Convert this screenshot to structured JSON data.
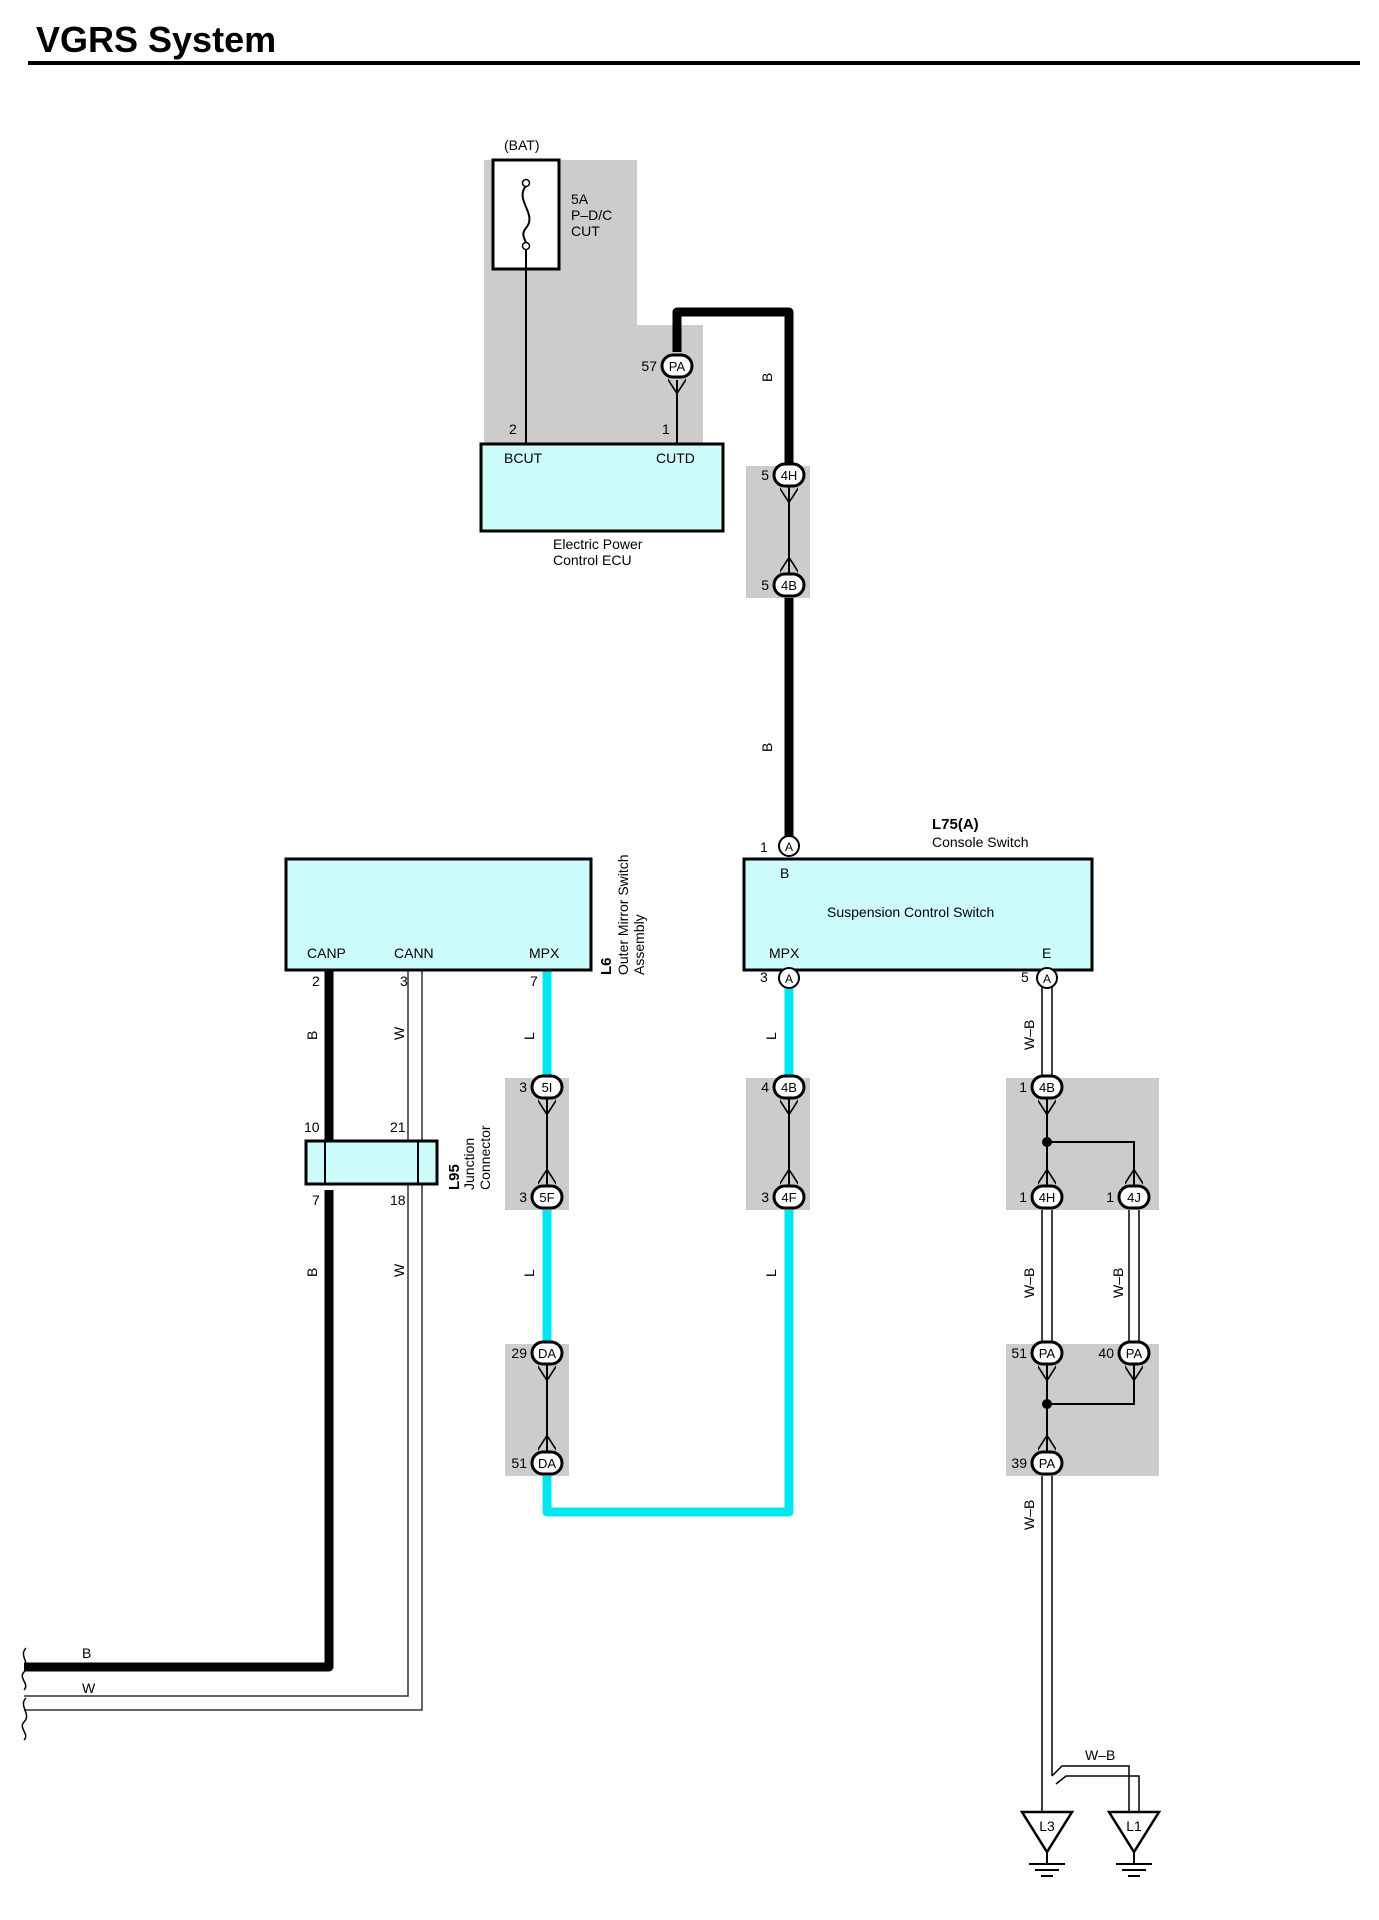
{
  "title": "VGRS System",
  "colors": {
    "wire_B": "#000000",
    "wire_L": "#00e6f0",
    "component_fill": "#ccfcfc",
    "shade": "#cccccc"
  },
  "fuse": {
    "source": "(BAT)",
    "rating": "5A",
    "name_line1": "P–D/C",
    "name_line2": "CUT"
  },
  "ecu": {
    "name_line1": "Electric Power",
    "name_line2": "Control ECU",
    "pin_bcut": "BCUT",
    "pin_cutd": "CUTD",
    "pin_bcut_no": "2",
    "pin_cutd_no": "1"
  },
  "mirror_switch": {
    "code": "L6",
    "name_line1": "Outer Mirror Switch",
    "name_line2": "Assembly",
    "pin_canp": "CANP",
    "pin_cann": "CANN",
    "pin_mpx": "MPX",
    "pin_canp_no": "2",
    "pin_cann_no": "3",
    "pin_mpx_no": "7"
  },
  "console_switch": {
    "code": "L75(A)",
    "name": "Console Switch",
    "inner_label": "Suspension Control Switch",
    "pin_b": "B",
    "pin_mpx": "MPX",
    "pin_e": "E",
    "pin_b_no": "1",
    "pin_mpx_no": "3",
    "pin_e_no": "5",
    "conn": "A"
  },
  "junction": {
    "code": "L95",
    "name_line1": "Junction",
    "name_line2": "Connector",
    "pin_10": "10",
    "pin_21": "21",
    "pin_7": "7",
    "pin_18": "18"
  },
  "connectors": {
    "pa57": {
      "id": "PA",
      "pin": "57"
    },
    "h4_top": {
      "id": "4H",
      "pin": "5"
    },
    "b4_top": {
      "id": "4B",
      "pin": "5"
    },
    "i5": {
      "id": "5I",
      "pin": "3"
    },
    "f5": {
      "id": "5F",
      "pin": "3"
    },
    "b4_mid": {
      "id": "4B",
      "pin": "4"
    },
    "f4": {
      "id": "4F",
      "pin": "3"
    },
    "da29": {
      "id": "DA",
      "pin": "29"
    },
    "da51": {
      "id": "DA",
      "pin": "51"
    },
    "b4_right": {
      "id": "4B",
      "pin": "1"
    },
    "h4_right": {
      "id": "4H",
      "pin": "1"
    },
    "j4": {
      "id": "4J",
      "pin": "1"
    },
    "pa51": {
      "id": "PA",
      "pin": "51"
    },
    "pa40": {
      "id": "PA",
      "pin": "40"
    },
    "pa39": {
      "id": "PA",
      "pin": "39"
    }
  },
  "wire_labels": {
    "b": "B",
    "w": "W",
    "l": "L",
    "wb": "W–B"
  },
  "grounds": {
    "g1": "L3",
    "g2": "L1"
  }
}
